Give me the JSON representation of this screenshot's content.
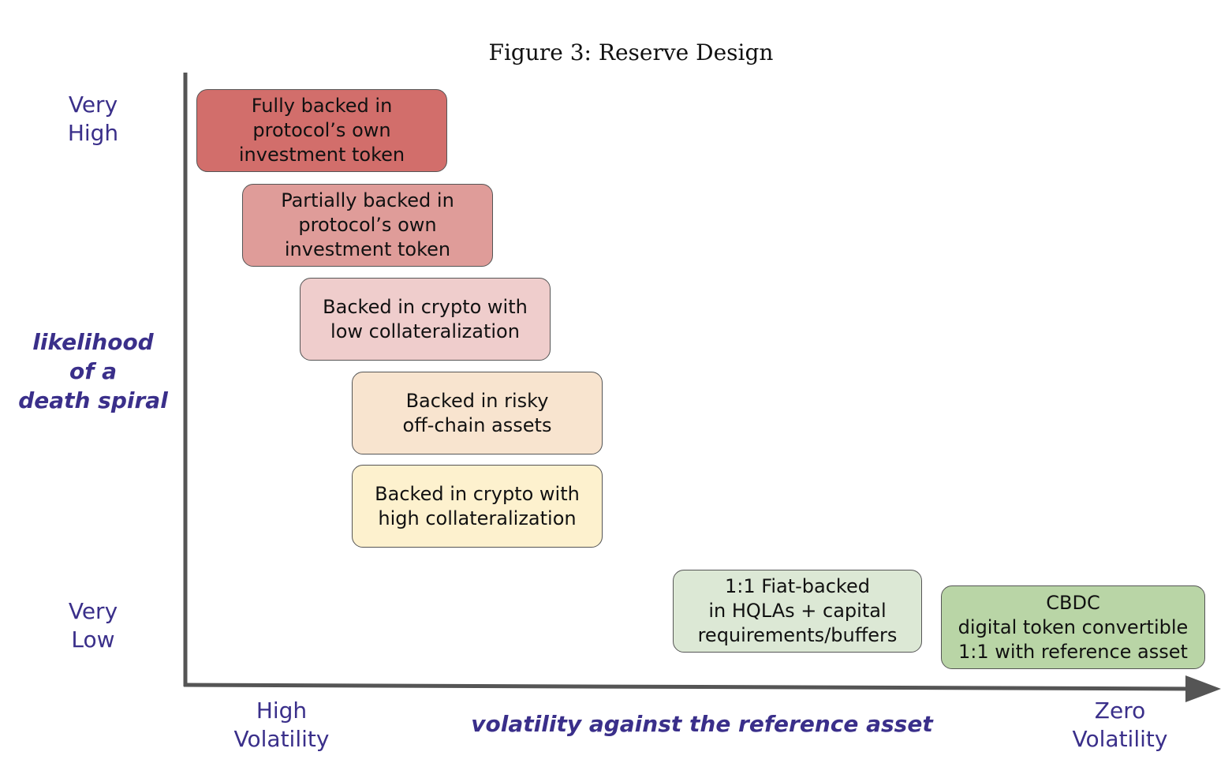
{
  "figure": {
    "title": "Figure 3: Reserve Design"
  },
  "y_axis": {
    "top_label": [
      "Very",
      "High"
    ],
    "bottom_label": [
      "Very",
      "Low"
    ],
    "title": [
      "likelihood",
      "of a",
      "death spiral"
    ]
  },
  "x_axis": {
    "left_label": [
      "High",
      "Volatility"
    ],
    "right_label": [
      "Zero",
      "Volatility"
    ],
    "title": "volatility against the reference asset"
  },
  "colors": {
    "axis_label": "#3a2f8a",
    "axis_line": "#555555"
  },
  "boxes": [
    {
      "lines": [
        "Fully backed in",
        "protocol’s own",
        "investment token"
      ],
      "color": "#d26e6b"
    },
    {
      "lines": [
        "Partially backed in",
        "protocol’s own",
        "investment token"
      ],
      "color": "#df9c99"
    },
    {
      "lines": [
        "Backed in crypto with",
        "low collateralization"
      ],
      "color": "#efcdcc"
    },
    {
      "lines": [
        "Backed in risky",
        "off-chain assets"
      ],
      "color": "#f8e4cf"
    },
    {
      "lines": [
        "Backed in crypto with",
        "high collateralization"
      ],
      "color": "#fdf1ce"
    },
    {
      "lines": [
        "1:1 Fiat-backed",
        "in HQLAs + capital",
        "requirements/buffers"
      ],
      "color": "#dce8d5"
    },
    {
      "lines": [
        "CBDC",
        "digital token convertible",
        "1:1 with reference asset"
      ],
      "color": "#b9d5a6"
    }
  ]
}
